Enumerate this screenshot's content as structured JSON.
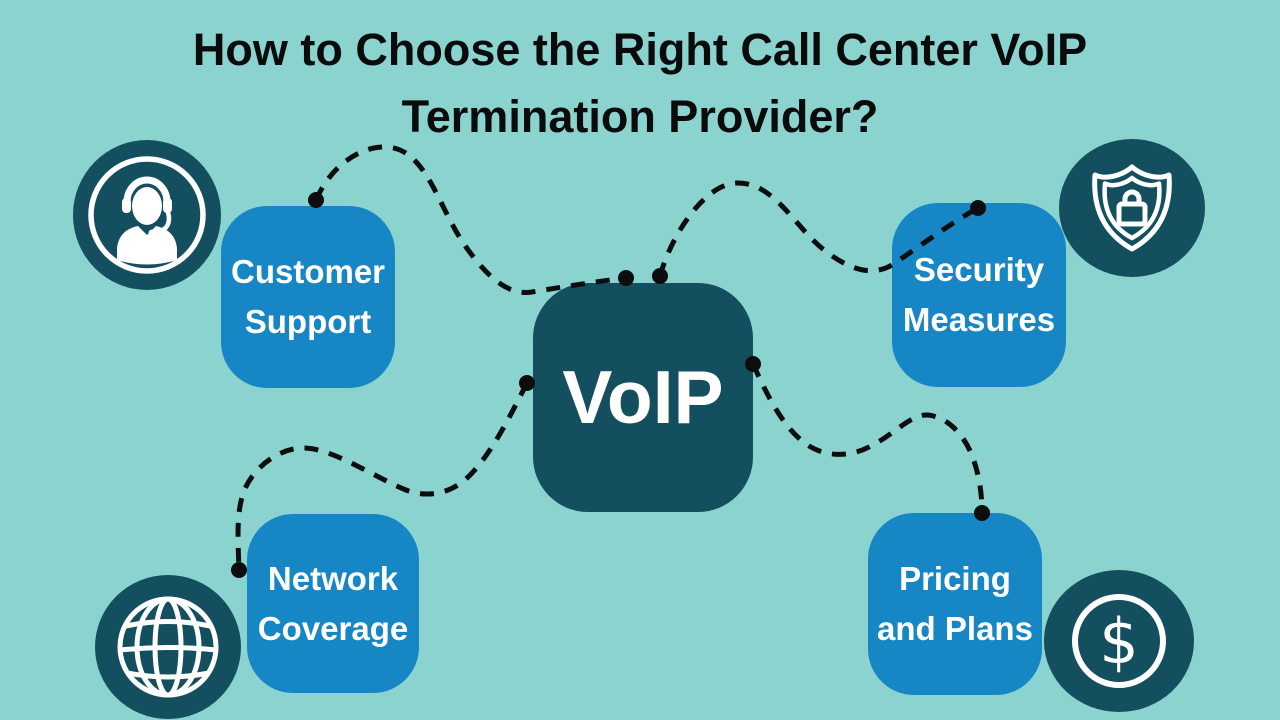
{
  "title": {
    "line1": "How to Choose the Right Call Center VoIP",
    "line2": "Termination Provider?"
  },
  "center_node": {
    "label": "VoIP"
  },
  "nodes": {
    "customer_support": {
      "line1": "Customer",
      "line2": "Support",
      "icon": "headset-agent-icon"
    },
    "security_measures": {
      "line1": "Security",
      "line2": "Measures",
      "icon": "shield-lock-icon"
    },
    "network_coverage": {
      "line1": "Network",
      "line2": "Coverage",
      "icon": "globe-icon"
    },
    "pricing_plans": {
      "line1": "Pricing",
      "line2": "and Plans",
      "icon": "dollar-coin-icon"
    }
  },
  "icons": {
    "dollar_symbol": "$"
  },
  "colors": {
    "background": "#8BD3CF",
    "node_blue": "#1786C5",
    "dark_teal": "#134F5F",
    "connector_black": "#0D0D0D",
    "text_white": "#FFFFFF",
    "title_black": "#0B0B0B"
  }
}
